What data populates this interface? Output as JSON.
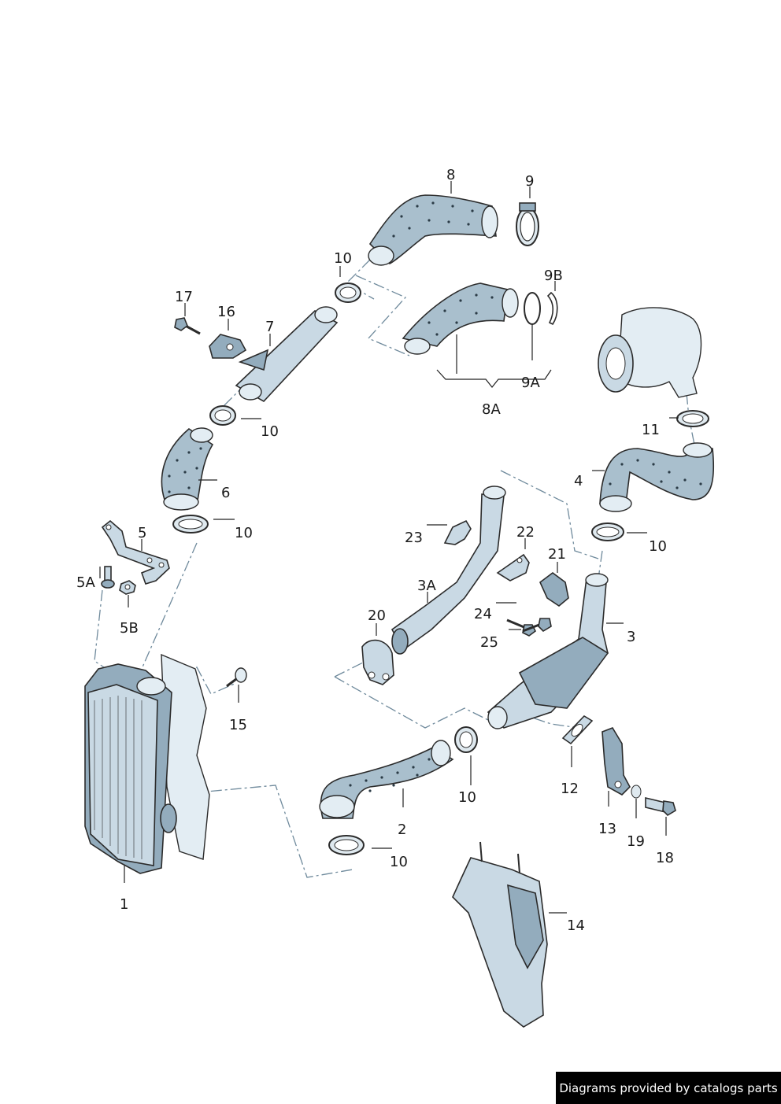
{
  "labels": {
    "l1": "1",
    "l2": "2",
    "l3": "3",
    "l3a": "3A",
    "l4": "4",
    "l5": "5",
    "l5a": "5A",
    "l5b": "5B",
    "l6": "6",
    "l7": "7",
    "l8": "8",
    "l8a": "8A",
    "l9": "9",
    "l9a": "9A",
    "l9b": "9B",
    "l10": "10",
    "l11": "11",
    "l12": "12",
    "l13": "13",
    "l14": "14",
    "l15": "15",
    "l16": "16",
    "l17": "17",
    "l18": "18",
    "l19": "19",
    "l20": "20",
    "l21": "21",
    "l22": "22",
    "l23": "23",
    "l24": "24",
    "l25": "25"
  },
  "footer": {
    "text": "Diagrams provided by catalogs parts"
  },
  "colors": {
    "part_fill": "#c9d9e4",
    "part_shade": "#93acbd",
    "dash_line": "#6f8a9c",
    "footer_bg": "#000000"
  }
}
